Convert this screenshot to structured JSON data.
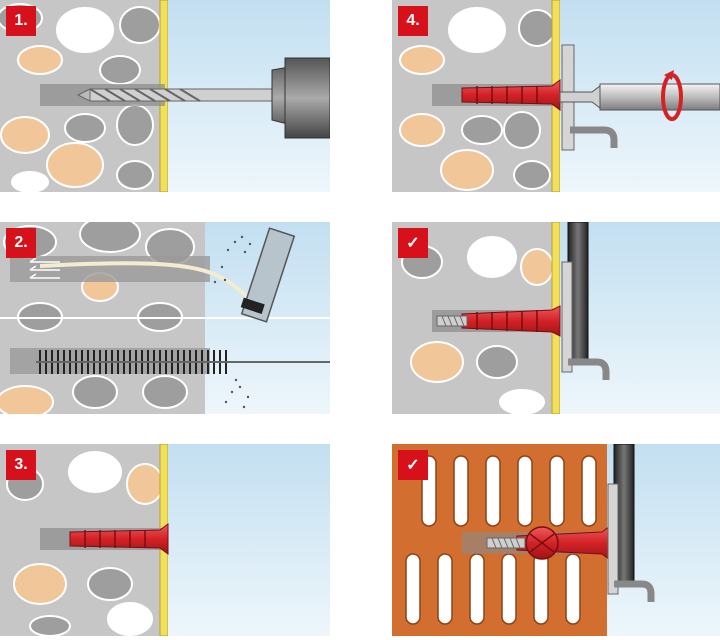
{
  "steps": [
    {
      "id": "step1",
      "label": "1."
    },
    {
      "id": "step2",
      "label": "2."
    },
    {
      "id": "step3",
      "label": "3."
    },
    {
      "id": "step4",
      "label": "4."
    },
    {
      "id": "result_concrete",
      "label": "✓"
    },
    {
      "id": "result_brick",
      "label": "✓"
    }
  ],
  "colors": {
    "badge_red": "#d7111b",
    "wall_grey": "#c6c6c6",
    "stone_grey": "#9e9e9e",
    "stone_beige": "#f1c79a",
    "plaster_yellow": "#f3e05a",
    "sky_blue": "#d8ebf6",
    "plug_red": "#d32226",
    "brick_orange": "#d26e2f"
  }
}
